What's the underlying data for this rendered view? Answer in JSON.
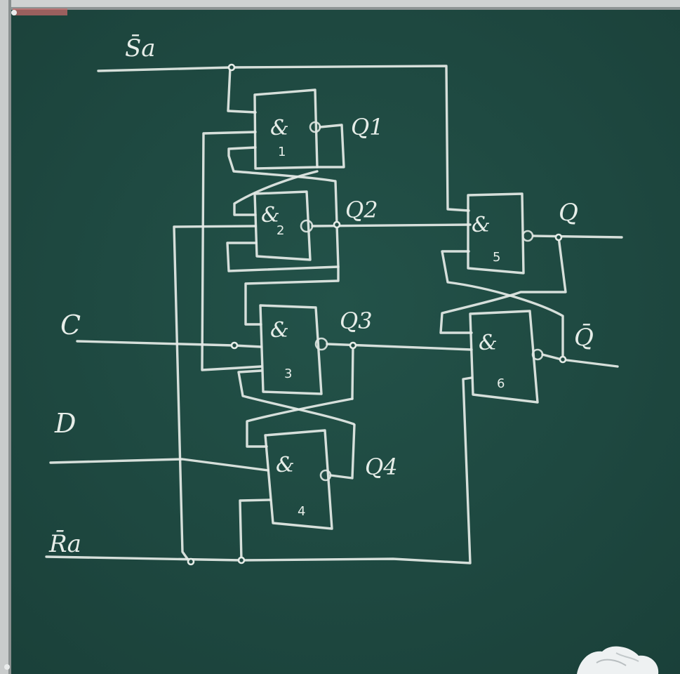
{
  "board": {
    "inputs": {
      "set": "S̄a",
      "clock": "C",
      "data": "D",
      "reset": "R̄a"
    },
    "outputs": {
      "q1": "Q1",
      "q2": "Q2",
      "q3": "Q3",
      "q4": "Q4",
      "q": "Q",
      "q_bar": "Q̄"
    },
    "gates": [
      {
        "symbol": "&",
        "number": "1"
      },
      {
        "symbol": "&",
        "number": "2"
      },
      {
        "symbol": "&",
        "number": "3"
      },
      {
        "symbol": "&",
        "number": "4"
      },
      {
        "symbol": "&",
        "number": "5"
      },
      {
        "symbol": "&",
        "number": "6"
      }
    ]
  },
  "colors": {
    "board": "#1f4a42",
    "chalk": "#e4ebe6",
    "frame": "#c9cccc"
  }
}
